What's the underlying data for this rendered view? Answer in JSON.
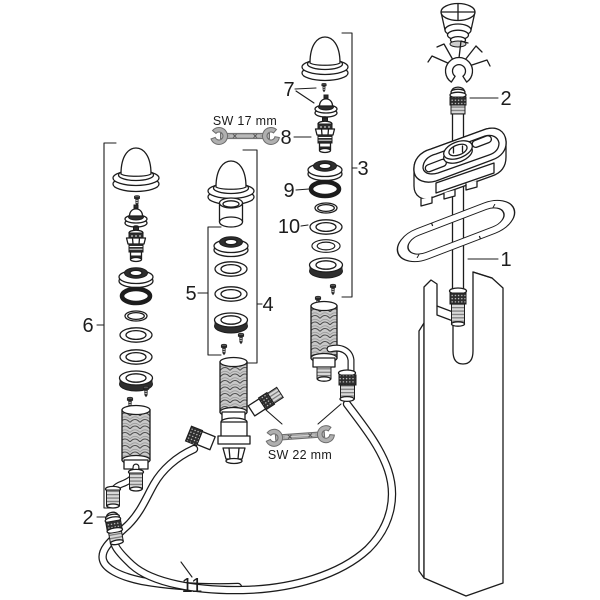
{
  "figure": {
    "background": "#ffffff",
    "line_color": "#1c1c1c",
    "metal_gray": "#b0b0b0"
  },
  "callouts": {
    "c1": "1",
    "c2_top": "2",
    "c2_bottom": "2",
    "c3": "3",
    "c4": "4",
    "c5": "5",
    "c6": "6",
    "c7": "7",
    "c8": "8",
    "c9": "9",
    "c10": "10",
    "c11": "11"
  },
  "annotations": {
    "wrench_17_label": "SW 17 mm",
    "wrench_22_label": "SW 22 mm"
  }
}
